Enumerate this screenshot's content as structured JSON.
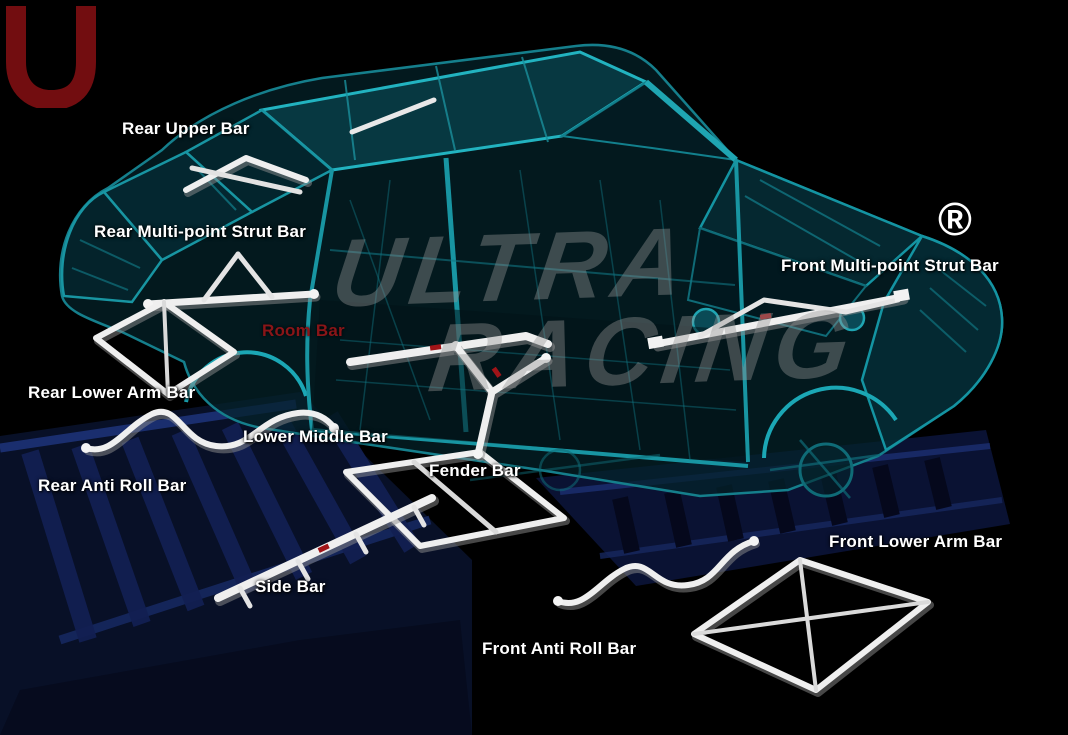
{
  "colors": {
    "background": "#000000",
    "body_teal": "#1897a6",
    "chassis_blue": "#101d4e",
    "bar_white": "#efefef",
    "label_white": "#ffffff",
    "room_bar_red": "#8a1518",
    "watermark_gray": "#969696"
  },
  "labels": [
    {
      "id": "rear-upper-bar",
      "text": "Rear Upper Bar"
    },
    {
      "id": "rear-multi-point-strut-bar",
      "text": "Rear Multi-point Strut Bar"
    },
    {
      "id": "front-multi-point-strut-bar",
      "text": "Front Multi-point Strut Bar"
    },
    {
      "id": "room-bar",
      "text": "Room Bar"
    },
    {
      "id": "rear-lower-arm-bar",
      "text": "Rear Lower Arm Bar"
    },
    {
      "id": "lower-middle-bar",
      "text": "Lower Middle Bar"
    },
    {
      "id": "fender-bar",
      "text": "Fender Bar"
    },
    {
      "id": "rear-anti-roll-bar",
      "text": "Rear Anti Roll Bar"
    },
    {
      "id": "front-lower-arm-bar",
      "text": "Front Lower Arm Bar"
    },
    {
      "id": "side-bar",
      "text": "Side Bar"
    },
    {
      "id": "front-anti-roll-bar",
      "text": "Front Anti Roll Bar"
    }
  ],
  "watermark": {
    "line1": "ULTRA",
    "line2": "RACING",
    "registered": "®"
  }
}
